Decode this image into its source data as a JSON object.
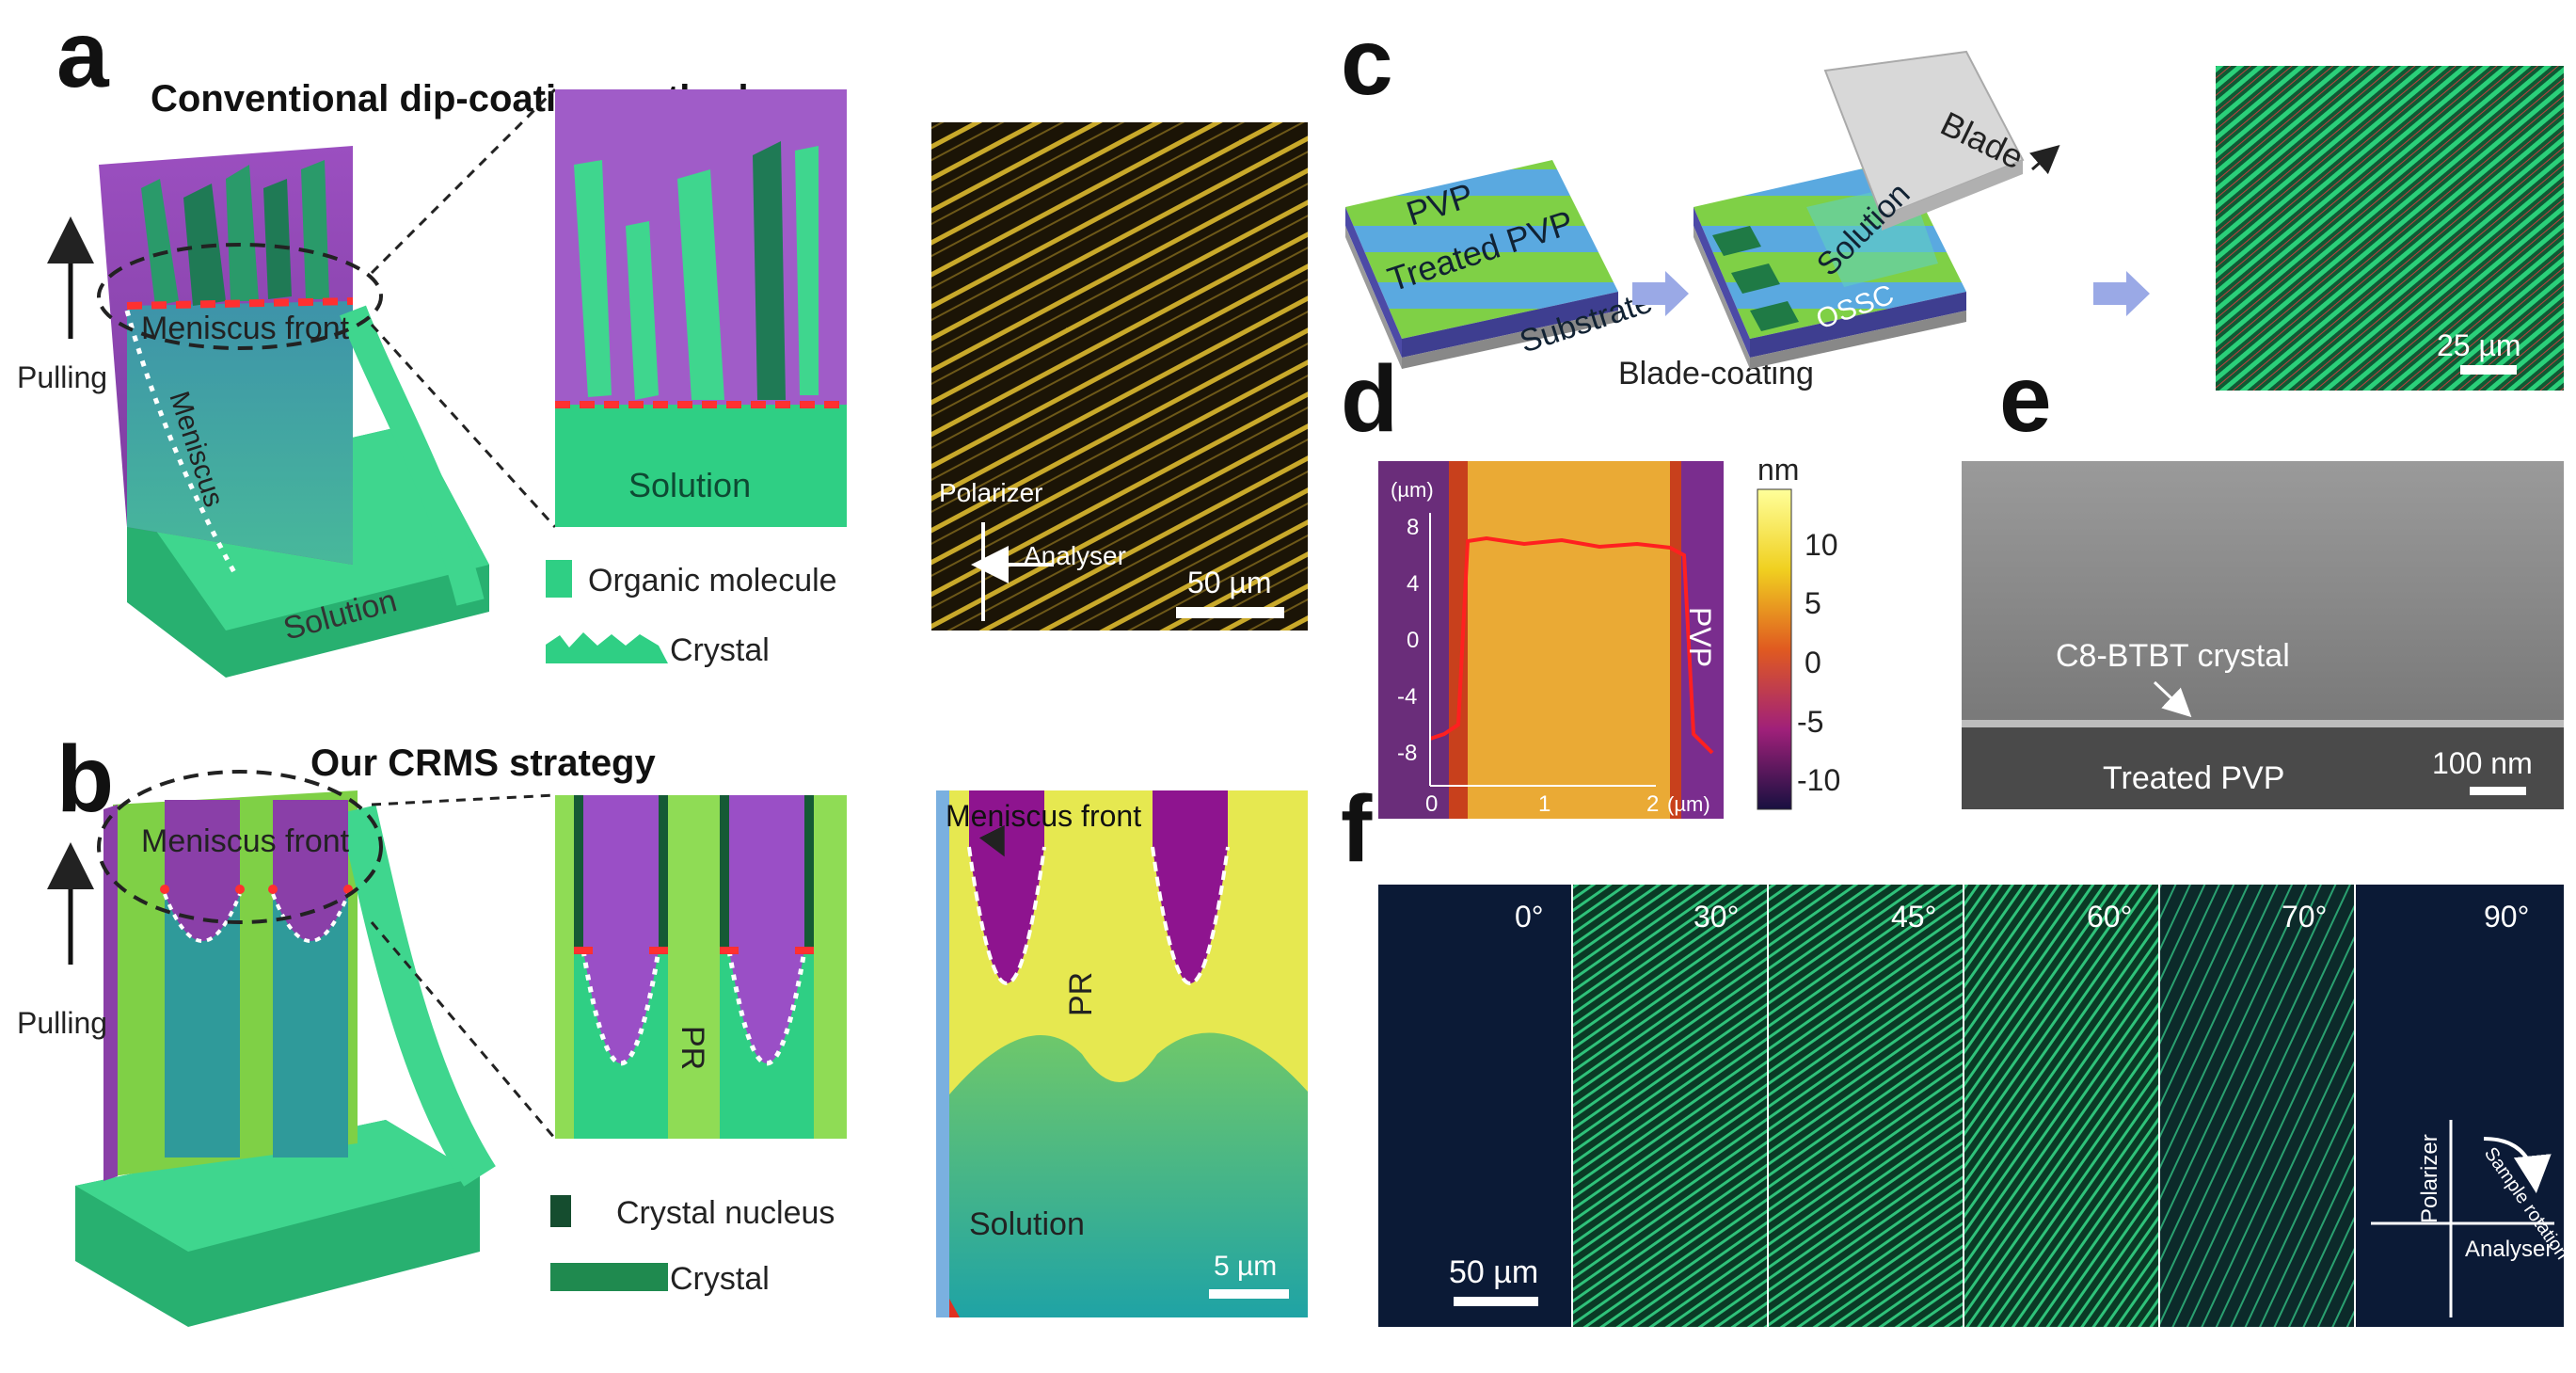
{
  "panels": {
    "a": {
      "letter": "a",
      "title": "Conventional dip-coating method",
      "pulling": "Pulling",
      "meniscus_front": "Meniscus front",
      "meniscus": "Meniscus",
      "solution_big": "Solution",
      "solution_zoom": "Solution",
      "legend_molecule": "Organic molecule",
      "legend_crystal": "Crystal",
      "micro_polarizer": "Polarizer",
      "micro_analyser": "Analyser",
      "micro_scale": "50 µm"
    },
    "b": {
      "letter": "b",
      "title": "Our CRMS strategy",
      "pulling": "Pulling",
      "meniscus_front": "Meniscus front",
      "pr_zoom": "PR",
      "legend_nucleus": "Crystal nucleus",
      "legend_crystal": "Crystal",
      "micro_meniscus_front": "Meniscus front",
      "micro_pr": "PR",
      "micro_solution": "Solution",
      "micro_scale": "5 µm"
    },
    "c": {
      "letter": "c",
      "pvp": "PVP",
      "treated_pvp": "Treated PVP",
      "substrate": "Substrate",
      "blade": "Blade",
      "solution": "Solution",
      "ossc": "OSSC",
      "blade_coating": "Blade-coating",
      "micro_scale": "25 µm"
    },
    "d": {
      "letter": "d",
      "unit_top": "nm",
      "yunit": "(µm)",
      "xunit": "(µm)",
      "yticks": [
        "8",
        "4",
        "0",
        "-4",
        "-8"
      ],
      "xticks": [
        "0",
        "1",
        "2"
      ],
      "colorbar_ticks": [
        "10",
        "5",
        "0",
        "-5",
        "-10"
      ],
      "pvp": "PVP"
    },
    "e": {
      "letter": "e",
      "crystal_label": "C8-BTBT crystal",
      "treated_pvp": "Treated PVP",
      "scale": "100 nm"
    },
    "f": {
      "letter": "f",
      "angles": [
        "0°",
        "30°",
        "45°",
        "60°",
        "70°",
        "90°"
      ],
      "scale": "50 µm",
      "polarizer": "Polarizer",
      "analyser": "Analyser",
      "sample_rotation": "Sample rotation"
    }
  },
  "colors": {
    "purple": "#8a3fa8",
    "green": "#33c98a",
    "dark_green": "#1f7a45",
    "light_green": "#8fdc55",
    "meniscus_red": "#ff3030"
  }
}
